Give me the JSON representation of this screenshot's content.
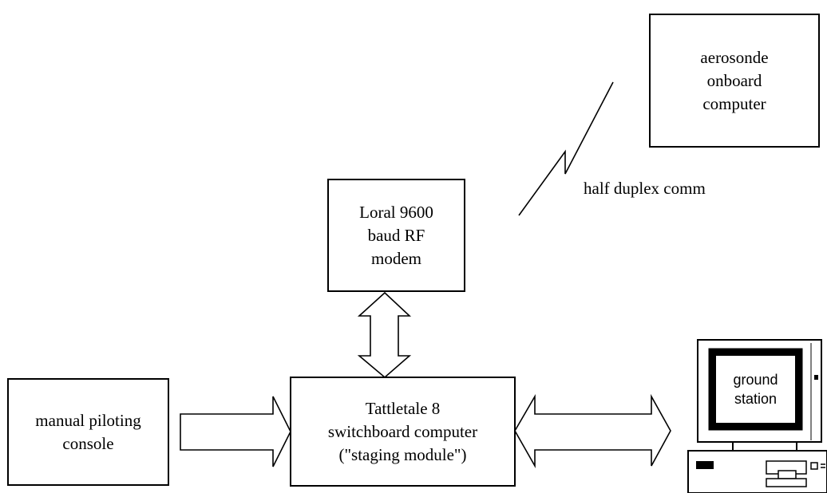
{
  "nodes": {
    "aerosonde": {
      "lines": [
        "aerosonde",
        "onboard",
        "computer"
      ]
    },
    "modem": {
      "lines": [
        "Loral 9600",
        "baud RF",
        "modem"
      ]
    },
    "console": {
      "lines": [
        "manual piloting",
        "console"
      ]
    },
    "switchboard": {
      "lines": [
        "Tattletale 8",
        "switchboard computer",
        "(\"staging module\")"
      ]
    },
    "ground": {
      "lines": [
        "ground",
        "station"
      ]
    }
  },
  "link_label": "half duplex comm"
}
